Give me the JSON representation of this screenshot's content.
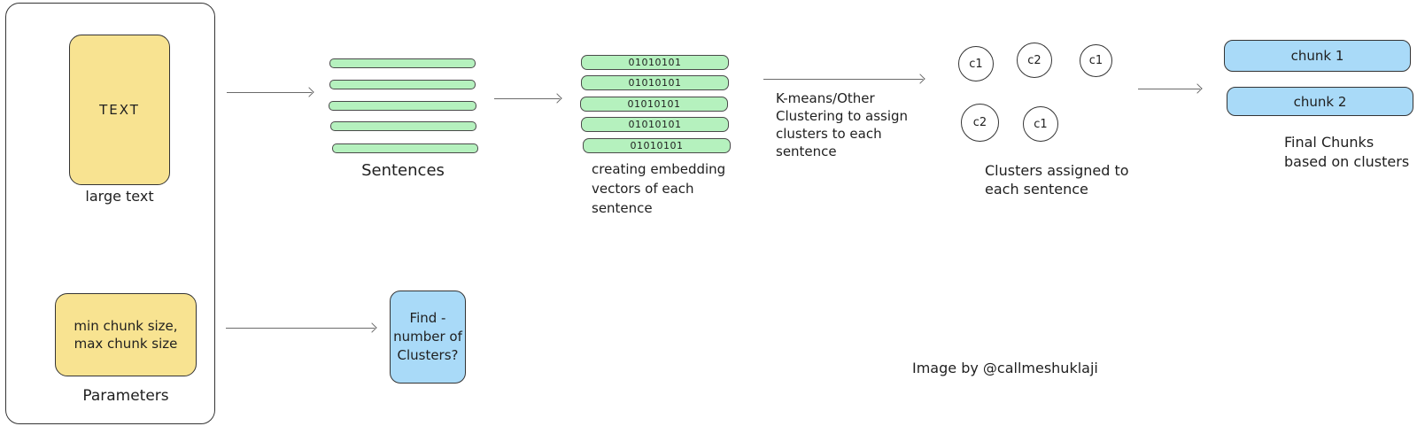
{
  "colors": {
    "yellow_fill": "#f8e391",
    "green_fill": "#b5f1be",
    "blue_fill": "#a9daf8",
    "stroke": "#343434",
    "arrow": "#6b6b6b",
    "text_color": "#1f1f1f"
  },
  "input_panel": {
    "text_box": {
      "label": "TEXT",
      "caption": "large text"
    },
    "params_box": {
      "lines": [
        "min chunk size,",
        "max chunk size"
      ],
      "caption": "Parameters"
    }
  },
  "sentences": {
    "caption": "Sentences",
    "bar_count": 5
  },
  "embeddings": {
    "vectors": [
      "01010101",
      "01010101",
      "01010101",
      "01010101",
      "01010101"
    ],
    "caption_lines": [
      "creating embedding",
      "vectors of each",
      "sentence"
    ]
  },
  "clustering": {
    "label_lines": [
      "K-means/Other",
      "Clustering to assign",
      "clusters to each",
      "sentence"
    ]
  },
  "clusters": {
    "labels": [
      "c1",
      "c2",
      "c1",
      "c2",
      "c1"
    ],
    "caption_lines": [
      "Clusters assigned to",
      "each sentence"
    ]
  },
  "chunks": {
    "labels": [
      "chunk 1",
      "chunk 2"
    ],
    "caption_lines": [
      "Final Chunks",
      "based on clusters"
    ]
  },
  "find_clusters": {
    "lines": [
      "Find -",
      "number of",
      "Clusters?"
    ]
  },
  "credit": "Image by @callmeshuklaji"
}
